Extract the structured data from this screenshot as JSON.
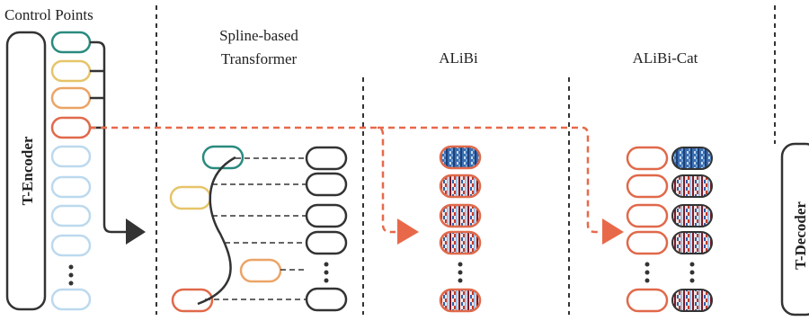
{
  "labels": {
    "control_points": "Control Points",
    "spline_line1": "Spline-based",
    "spline_line2": "Transformer",
    "alibi": "ALiBi",
    "alibi_cat": "ALiBi-Cat",
    "t_encoder": "T-Encoder",
    "t_decoder": "T-Decoder"
  },
  "colors": {
    "teal": "#2a8a7e",
    "yellow": "#e6c46a",
    "orange": "#eba467",
    "red": "#e0694a",
    "light_blue": "#bcd9ee",
    "dark": "#333333",
    "arrow_orange": "#e8694a"
  },
  "control_point_colors": [
    "teal",
    "yellow",
    "orange",
    "red"
  ],
  "icons": [
    "arrow-right-icon",
    "ellipsis-icon"
  ]
}
